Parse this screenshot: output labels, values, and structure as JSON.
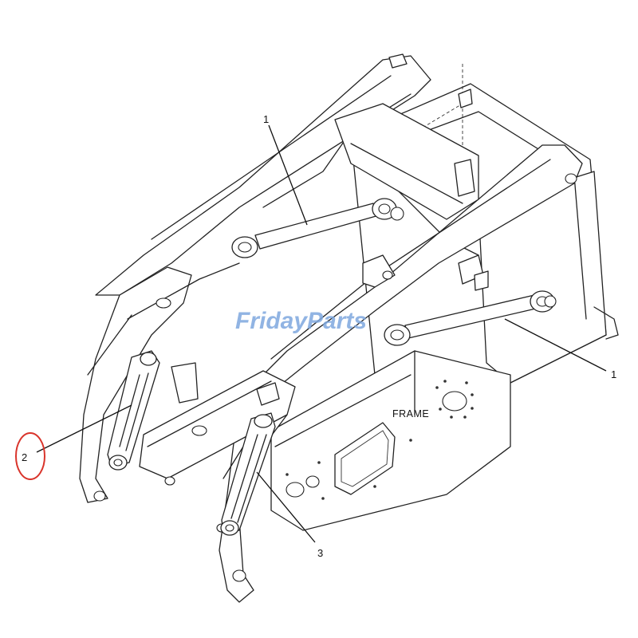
{
  "diagram": {
    "frame_label": "FRAME",
    "callouts": [
      {
        "id": "callout-1-upper",
        "label": "1"
      },
      {
        "id": "callout-1-right",
        "label": "1"
      },
      {
        "id": "callout-2",
        "label": "2",
        "highlighted": true
      },
      {
        "id": "callout-3",
        "label": "3"
      }
    ],
    "watermark": "FridayParts",
    "highlight_color": "#d9342b",
    "watermark_color": "#7ea8df"
  }
}
